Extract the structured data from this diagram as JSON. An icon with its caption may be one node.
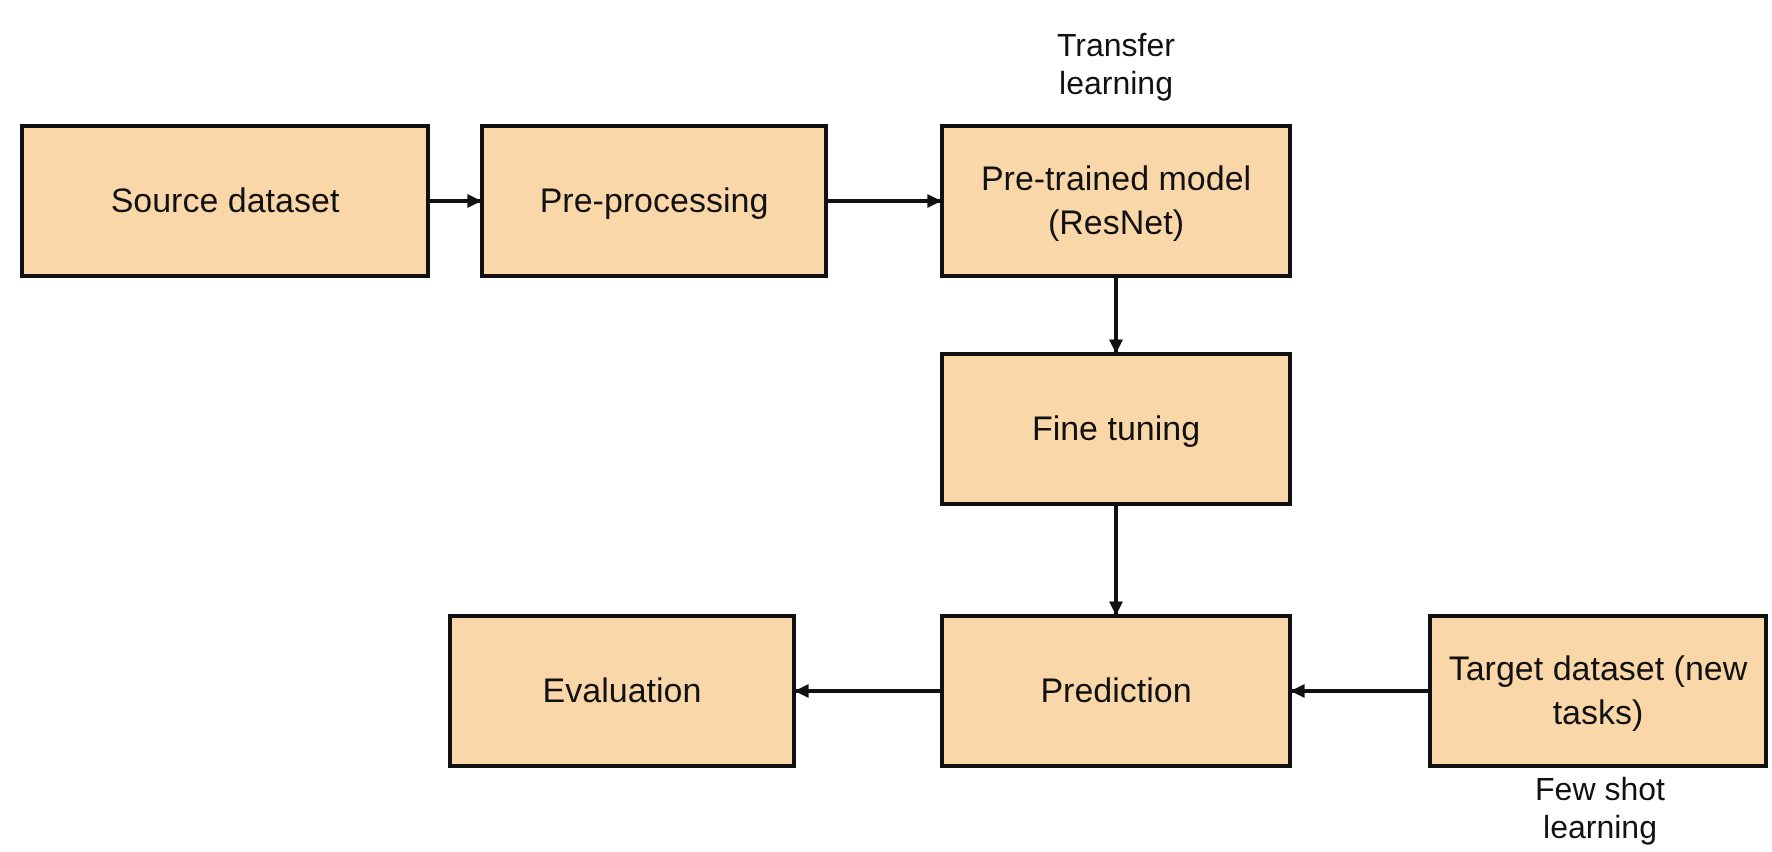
{
  "diagram": {
    "nodes": [
      {
        "text": [
          "Source dataset"
        ]
      },
      {
        "text": [
          "Pre-processing"
        ]
      },
      {
        "text": [
          "Pre-trained model (ResNet)"
        ],
        "beside": [
          "Transfer learning"
        ]
      },
      {
        "text": [
          "Fine tuning"
        ]
      },
      {
        "text": [
          "Evaluation"
        ]
      },
      {
        "text": [
          "Prediction"
        ]
      },
      {
        "text": [
          "Target dataset (new tasks)"
        ],
        "beside": [
          "Few shot learning"
        ]
      }
    ],
    "edges": [
      {
        "from": 0,
        "to": 1,
        "arrow": "to"
      },
      {
        "from": 1,
        "to": 2,
        "arrow": "to"
      },
      {
        "from": 2,
        "to": 3,
        "arrow": "to"
      },
      {
        "from": 3,
        "to": 5,
        "arrow": "to"
      },
      {
        "from": 6,
        "to": 5,
        "arrow": "to"
      },
      {
        "from": 5,
        "to": 4,
        "arrow": "to"
      }
    ]
  }
}
